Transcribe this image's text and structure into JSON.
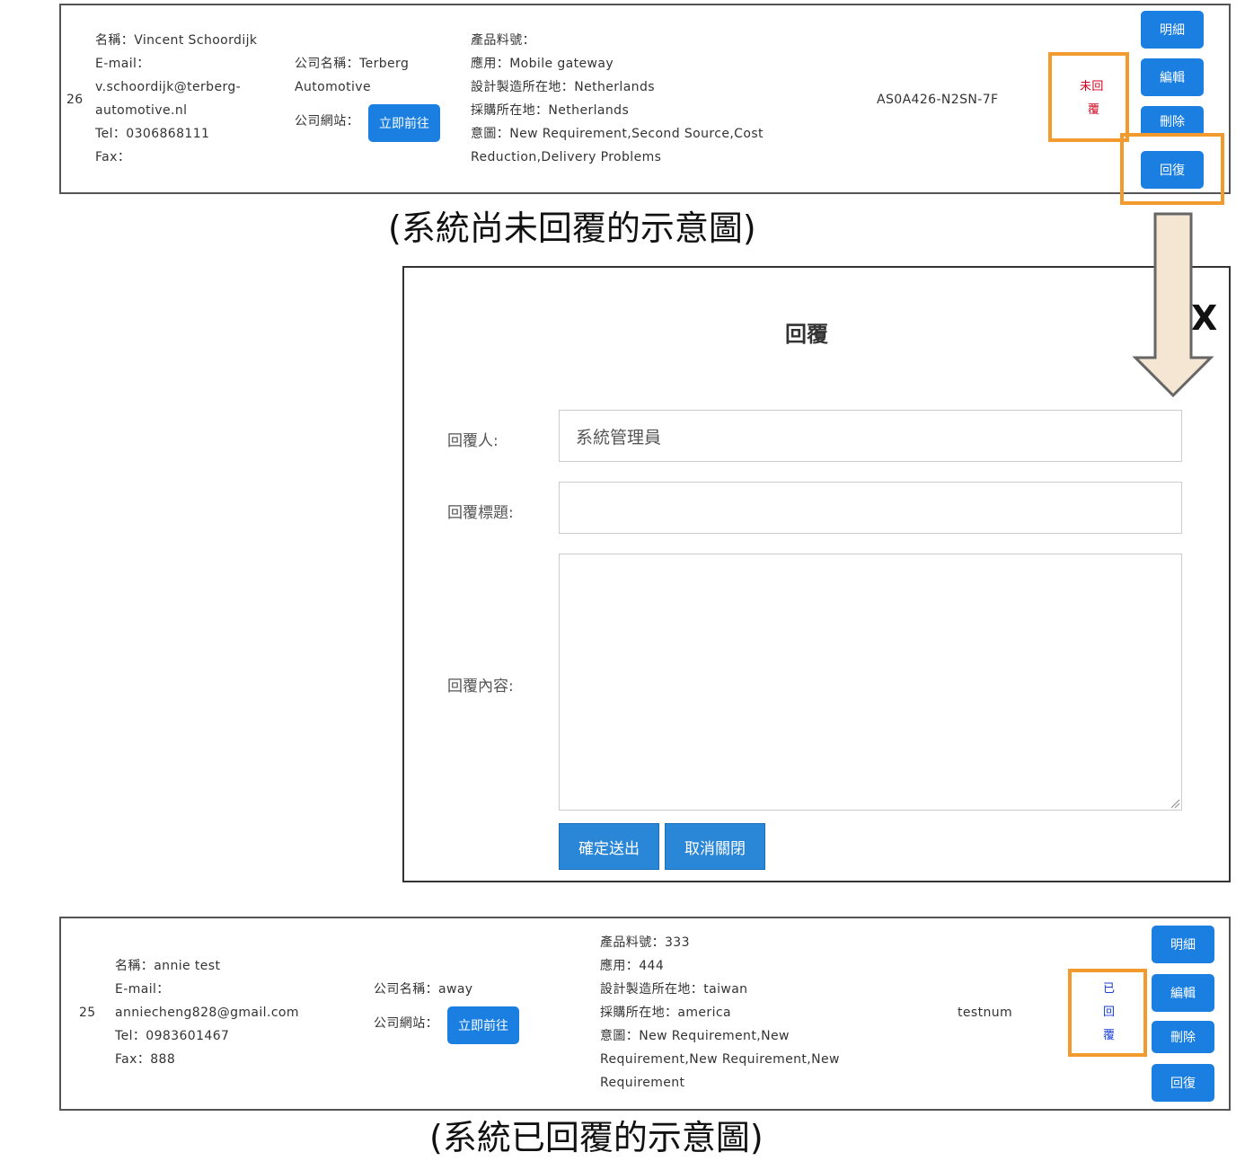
{
  "row1": {
    "index": "26",
    "contact": {
      "name": "名稱：Vincent Schoordijk",
      "email_label": "E-mail：",
      "email_1": "v.schoordijk@terberg-",
      "email_2": "automotive.nl",
      "tel": "Tel：0306868111",
      "fax": "Fax："
    },
    "company": {
      "name_1": "公司名稱：Terberg",
      "name_2": "Automotive",
      "site_label": "公司網站：",
      "site_button": "立即前往"
    },
    "product": {
      "part_no": "產品料號：",
      "application": "應用：Mobile gateway",
      "design_location": "設計製造所在地：Netherlands",
      "purchase_location": "採購所在地：Netherlands",
      "intent_1": "意圖：New Requirement,Second Source,Cost",
      "intent_2": "Reduction,Delivery Problems"
    },
    "model": "AS0A426-N2SN-7F",
    "status_1": "未回",
    "status_2": "覆",
    "status_color": "#d0021b",
    "buttons": {
      "detail": "明細",
      "edit": "編輯",
      "delete": "刪除",
      "reply": "回復"
    }
  },
  "caption_top": "(系統尚未回覆的示意圖)",
  "modal": {
    "title": "回覆",
    "close": "X",
    "replier_label": "回覆人:",
    "replier_value": "系統管理員",
    "subject_label": "回覆標題:",
    "subject_value": "",
    "content_label": "回覆內容:",
    "content_value": "",
    "submit": "確定送出",
    "cancel": "取消關閉"
  },
  "row2": {
    "index": "25",
    "contact": {
      "name": "名稱：annie test",
      "email_label": "E-mail：",
      "email": "anniecheng828@gmail.com",
      "tel": "Tel：0983601467",
      "fax": "Fax：888"
    },
    "company": {
      "name": "公司名稱：away",
      "site_label": "公司網站：",
      "site_button": "立即前往"
    },
    "product": {
      "part_no": "產品料號：333",
      "application": "應用：444",
      "design_location": "設計製造所在地：taiwan",
      "purchase_location": "採購所在地：america",
      "intent_1": "意圖：New Requirement,New",
      "intent_2": "Requirement,New Requirement,New",
      "intent_3": "Requirement"
    },
    "model": "testnum",
    "status_1": "已",
    "status_2": "回",
    "status_3": "覆",
    "status_color": "#1a3fd6",
    "buttons": {
      "detail": "明細",
      "edit": "編輯",
      "delete": "刪除",
      "reply": "回復"
    }
  },
  "caption_bottom": "(系統已回覆的示意圖)",
  "colors": {
    "accent": "#1a7fe0",
    "highlight": "#f29a2e",
    "arrow_fill": "#f5e6d3"
  }
}
